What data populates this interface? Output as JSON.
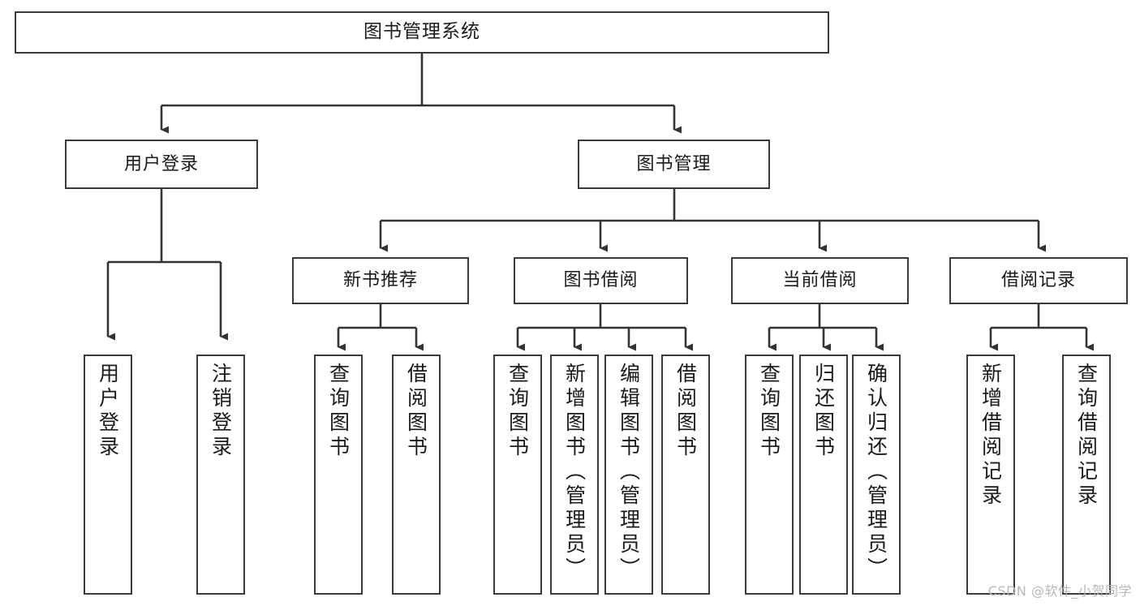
{
  "diagram": {
    "title_text": "图书管理系统",
    "type": "hierarchy-tree",
    "colors": {
      "box_border": "#3a3a3a",
      "box_fill": "#ffffff",
      "edge": "#333333",
      "text": "#1a1a1a",
      "watermark": "#b8b8b8"
    },
    "watermark": "CSDN @软件_小贺同学",
    "nodes": {
      "root": {
        "label": "图书管理系统"
      },
      "level2": [
        {
          "id": "user-login",
          "label": "用户登录"
        },
        {
          "id": "book-management",
          "label": "图书管理"
        }
      ],
      "level3": [
        {
          "id": "new-book-recommend",
          "label": "新书推荐"
        },
        {
          "id": "book-borrow",
          "label": "图书借阅"
        },
        {
          "id": "current-borrow",
          "label": "当前借阅"
        },
        {
          "id": "borrow-record",
          "label": "借阅记录"
        }
      ],
      "leaves": [
        {
          "id": "leaf-user-login",
          "label": "用户登录",
          "parent": "user-login"
        },
        {
          "id": "leaf-logout-login",
          "label": "注销登录",
          "parent": "user-login"
        },
        {
          "id": "leaf-query-book-1",
          "label": "查询图书",
          "parent": "new-book-recommend"
        },
        {
          "id": "leaf-borrow-book-1",
          "label": "借阅图书",
          "parent": "new-book-recommend"
        },
        {
          "id": "leaf-query-book-2",
          "label": "查询图书",
          "parent": "book-borrow"
        },
        {
          "id": "leaf-add-book",
          "label": "新增图书（管理员）",
          "parent": "book-borrow"
        },
        {
          "id": "leaf-edit-book",
          "label": "编辑图书（管理员）",
          "parent": "book-borrow"
        },
        {
          "id": "leaf-borrow-book-2",
          "label": "借阅图书",
          "parent": "book-borrow"
        },
        {
          "id": "leaf-query-book-3",
          "label": "查询图书",
          "parent": "current-borrow"
        },
        {
          "id": "leaf-return-book",
          "label": "归还图书",
          "parent": "current-borrow"
        },
        {
          "id": "leaf-confirm-return",
          "label": "确认归还（管理员）",
          "parent": "current-borrow"
        },
        {
          "id": "leaf-add-record",
          "label": "新增借阅记录",
          "parent": "borrow-record"
        },
        {
          "id": "leaf-query-record",
          "label": "查询借阅记录",
          "parent": "borrow-record"
        }
      ]
    }
  }
}
